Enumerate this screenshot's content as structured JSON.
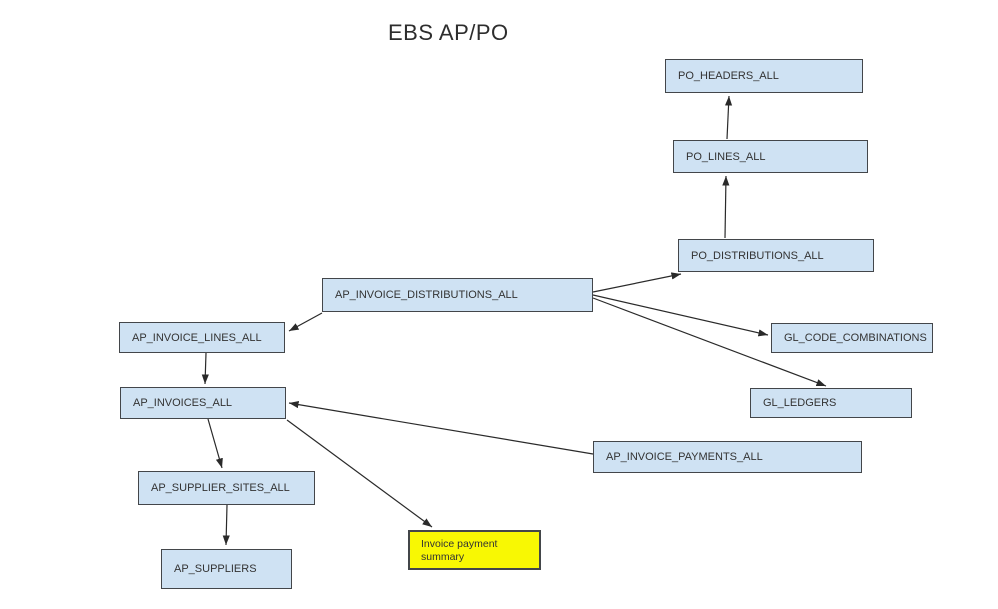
{
  "title": "EBS AP/PO",
  "colors": {
    "node_fill": "#cfe2f3",
    "node_border": "#43464a",
    "highlight_fill": "#f8f803",
    "arrow": "#2a2a2a",
    "text": "#333333"
  },
  "diagram": {
    "nodes": [
      {
        "id": "po-headers-all",
        "label": "PO_HEADERS_ALL",
        "kind": "table"
      },
      {
        "id": "po-lines-all",
        "label": "PO_LINES_ALL",
        "kind": "table"
      },
      {
        "id": "po-distributions-all",
        "label": "PO_DISTRIBUTIONS_ALL",
        "kind": "table"
      },
      {
        "id": "ap-invoice-distributions-all",
        "label": "AP_INVOICE_DISTRIBUTIONS_ALL",
        "kind": "table"
      },
      {
        "id": "ap-invoice-lines-all",
        "label": "AP_INVOICE_LINES_ALL",
        "kind": "table"
      },
      {
        "id": "gl-code-combinations",
        "label": "GL_CODE_COMBINATIONS",
        "kind": "table"
      },
      {
        "id": "ap-invoices-all",
        "label": "AP_INVOICES_ALL",
        "kind": "table"
      },
      {
        "id": "gl-ledgers",
        "label": "GL_LEDGERS",
        "kind": "table"
      },
      {
        "id": "ap-invoice-payments-all",
        "label": "AP_INVOICE_PAYMENTS_ALL",
        "kind": "table"
      },
      {
        "id": "ap-supplier-sites-all",
        "label": "AP_SUPPLIER_SITES_ALL",
        "kind": "table"
      },
      {
        "id": "ap-suppliers",
        "label": "AP_SUPPLIERS",
        "kind": "table"
      },
      {
        "id": "invoice-payment-summary",
        "label": "Invoice payment summary",
        "kind": "highlight"
      }
    ],
    "edges": [
      {
        "from": "po-lines-all",
        "to": "po-headers-all"
      },
      {
        "from": "po-distributions-all",
        "to": "po-lines-all"
      },
      {
        "from": "ap-invoice-distributions-all",
        "to": "po-distributions-all"
      },
      {
        "from": "ap-invoice-distributions-all",
        "to": "gl-code-combinations"
      },
      {
        "from": "ap-invoice-distributions-all",
        "to": "gl-ledgers"
      },
      {
        "from": "ap-invoice-distributions-all",
        "to": "ap-invoice-lines-all"
      },
      {
        "from": "ap-invoice-lines-all",
        "to": "ap-invoices-all"
      },
      {
        "from": "ap-invoice-payments-all",
        "to": "ap-invoices-all"
      },
      {
        "from": "ap-invoices-all",
        "to": "ap-supplier-sites-all"
      },
      {
        "from": "ap-supplier-sites-all",
        "to": "ap-suppliers"
      },
      {
        "from": "ap-invoices-all",
        "to": "invoice-payment-summary"
      }
    ]
  }
}
